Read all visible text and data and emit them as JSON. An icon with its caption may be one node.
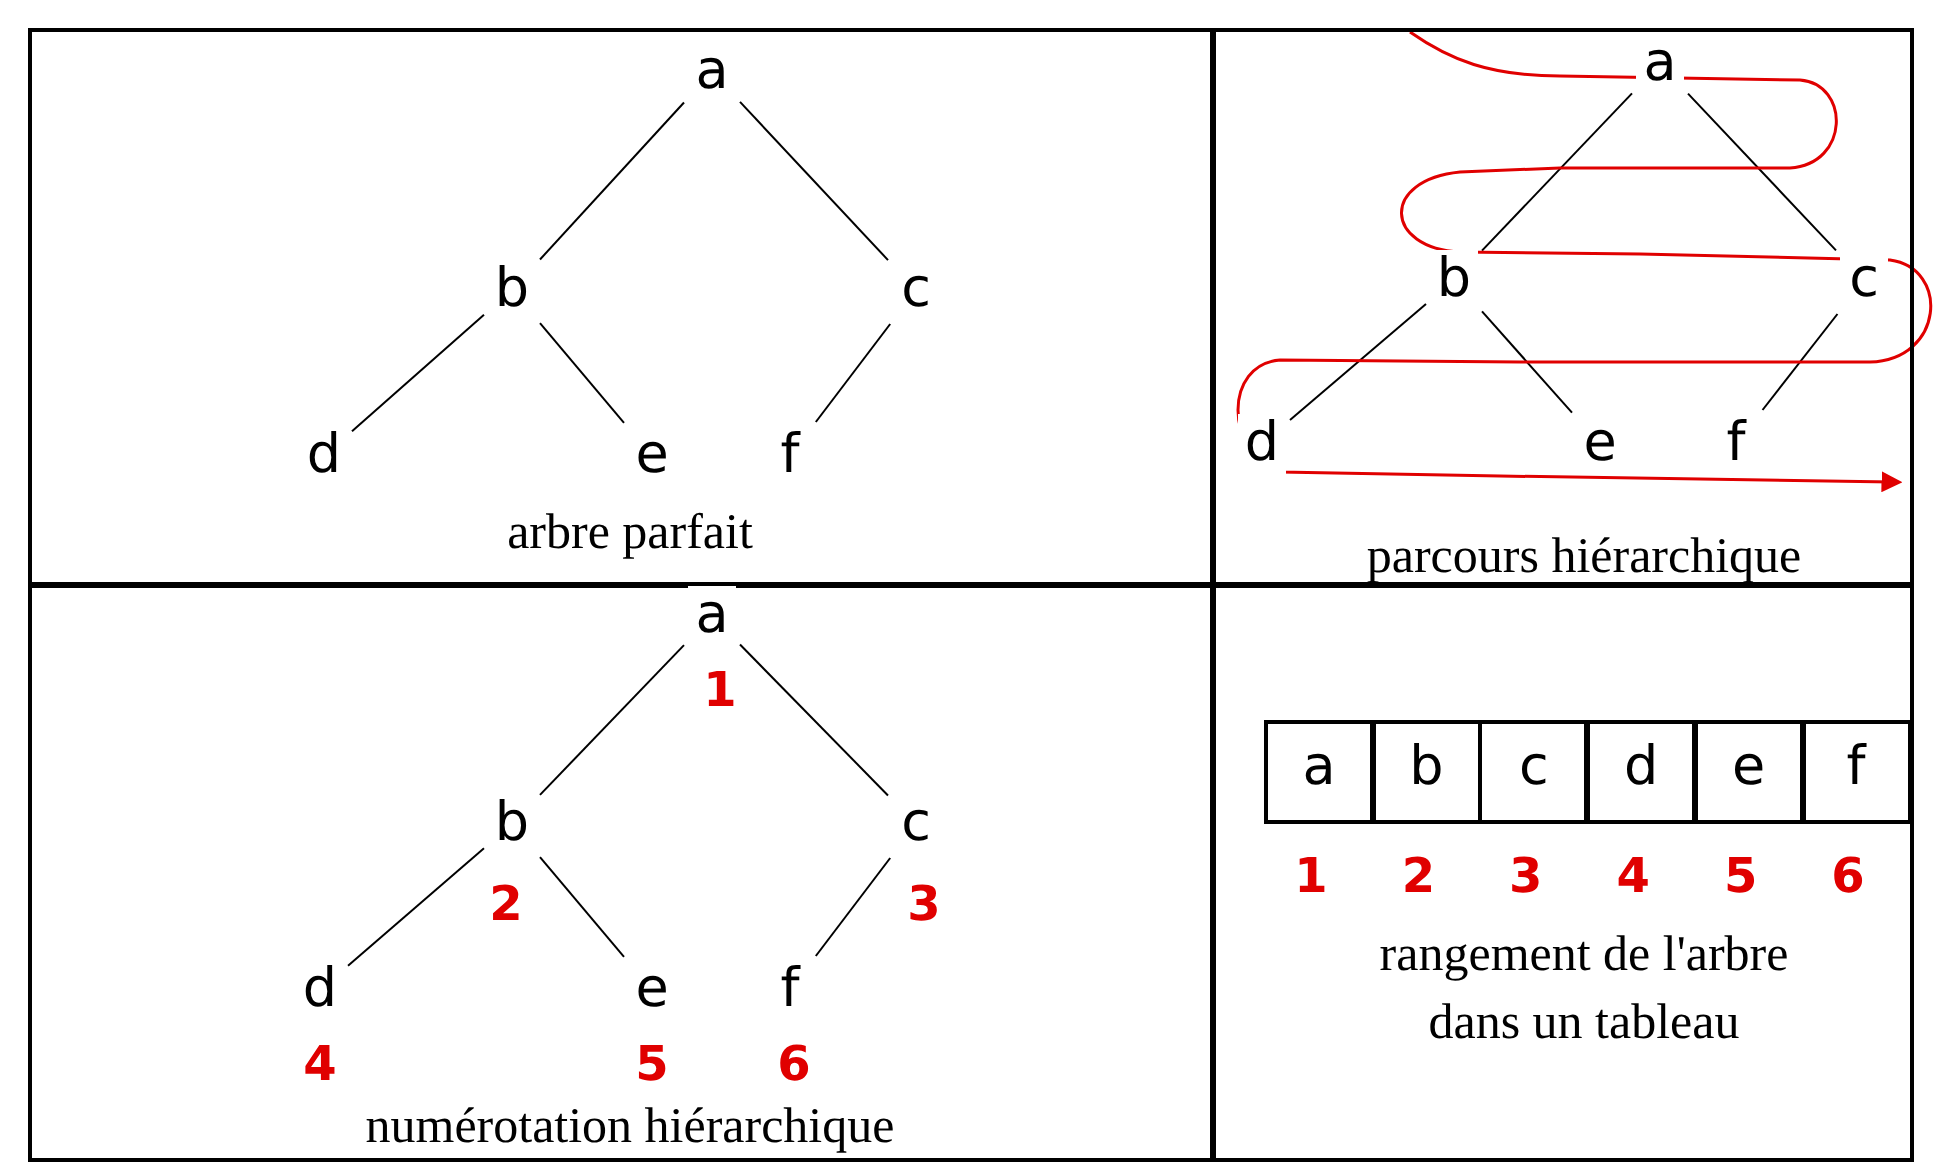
{
  "diagram": {
    "nodes": [
      {
        "text": [
          "arbre parfait"
        ]
      },
      {
        "text": [
          "a"
        ],
        "in": 0
      },
      {
        "text": [
          "b"
        ],
        "in": 0
      },
      {
        "text": [
          "c"
        ],
        "in": 0
      },
      {
        "text": [
          "d"
        ],
        "in": 0
      },
      {
        "text": [
          "e"
        ],
        "in": 0
      },
      {
        "text": [
          "f"
        ],
        "in": 0
      },
      {
        "text": [
          "parcours hiérarchique"
        ]
      },
      {
        "text": [
          "a"
        ],
        "in": 7
      },
      {
        "text": [
          "b"
        ],
        "in": 7
      },
      {
        "text": [
          "c"
        ],
        "in": 7
      },
      {
        "text": [
          "d"
        ],
        "in": 7
      },
      {
        "text": [
          "e"
        ],
        "in": 7
      },
      {
        "text": [
          "f"
        ],
        "in": 7
      },
      {
        "text": [
          "numérotation hiérarchique"
        ]
      },
      {
        "text": [
          "a"
        ],
        "in": 14,
        "beside": [
          "1"
        ]
      },
      {
        "text": [
          "b"
        ],
        "in": 14,
        "beside": [
          "2"
        ]
      },
      {
        "text": [
          "c"
        ],
        "in": 14,
        "beside": [
          "3"
        ]
      },
      {
        "text": [
          "d"
        ],
        "in": 14,
        "beside": [
          "4"
        ]
      },
      {
        "text": [
          "e"
        ],
        "in": 14,
        "beside": [
          "5"
        ]
      },
      {
        "text": [
          "f"
        ],
        "in": 14,
        "beside": [
          "6"
        ]
      },
      {
        "text": [
          "rangement de l'arbre dans un tableau"
        ]
      },
      {
        "text": [
          "a"
        ],
        "in": 21,
        "beside": [
          "1"
        ]
      },
      {
        "text": [
          "b"
        ],
        "in": 21,
        "beside": [
          "2"
        ]
      },
      {
        "text": [
          "c"
        ],
        "in": 21,
        "beside": [
          "3"
        ]
      },
      {
        "text": [
          "d"
        ],
        "in": 21,
        "beside": [
          "4"
        ]
      },
      {
        "text": [
          "e"
        ],
        "in": 21,
        "beside": [
          "5"
        ]
      },
      {
        "text": [
          "f"
        ],
        "in": 21,
        "beside": [
          "6"
        ]
      }
    ],
    "edges": [
      {
        "from": 1,
        "to": 2,
        "arrow": "none"
      },
      {
        "from": 1,
        "to": 3,
        "arrow": "none"
      },
      {
        "from": 2,
        "to": 4,
        "arrow": "none"
      },
      {
        "from": 2,
        "to": 5,
        "arrow": "none"
      },
      {
        "from": 3,
        "to": 6,
        "arrow": "none"
      },
      {
        "from": 8,
        "to": 9,
        "arrow": "none"
      },
      {
        "from": 8,
        "to": 10,
        "arrow": "none"
      },
      {
        "from": 9,
        "to": 11,
        "arrow": "none"
      },
      {
        "from": 9,
        "to": 12,
        "arrow": "none"
      },
      {
        "from": 10,
        "to": 13,
        "arrow": "none"
      },
      {
        "from": 15,
        "to": 16,
        "arrow": "none"
      },
      {
        "from": 15,
        "to": 17,
        "arrow": "none"
      },
      {
        "from": 16,
        "to": 18,
        "arrow": "none"
      },
      {
        "from": 16,
        "to": 19,
        "arrow": "none"
      },
      {
        "from": 17,
        "to": 20,
        "arrow": "none"
      }
    ]
  }
}
